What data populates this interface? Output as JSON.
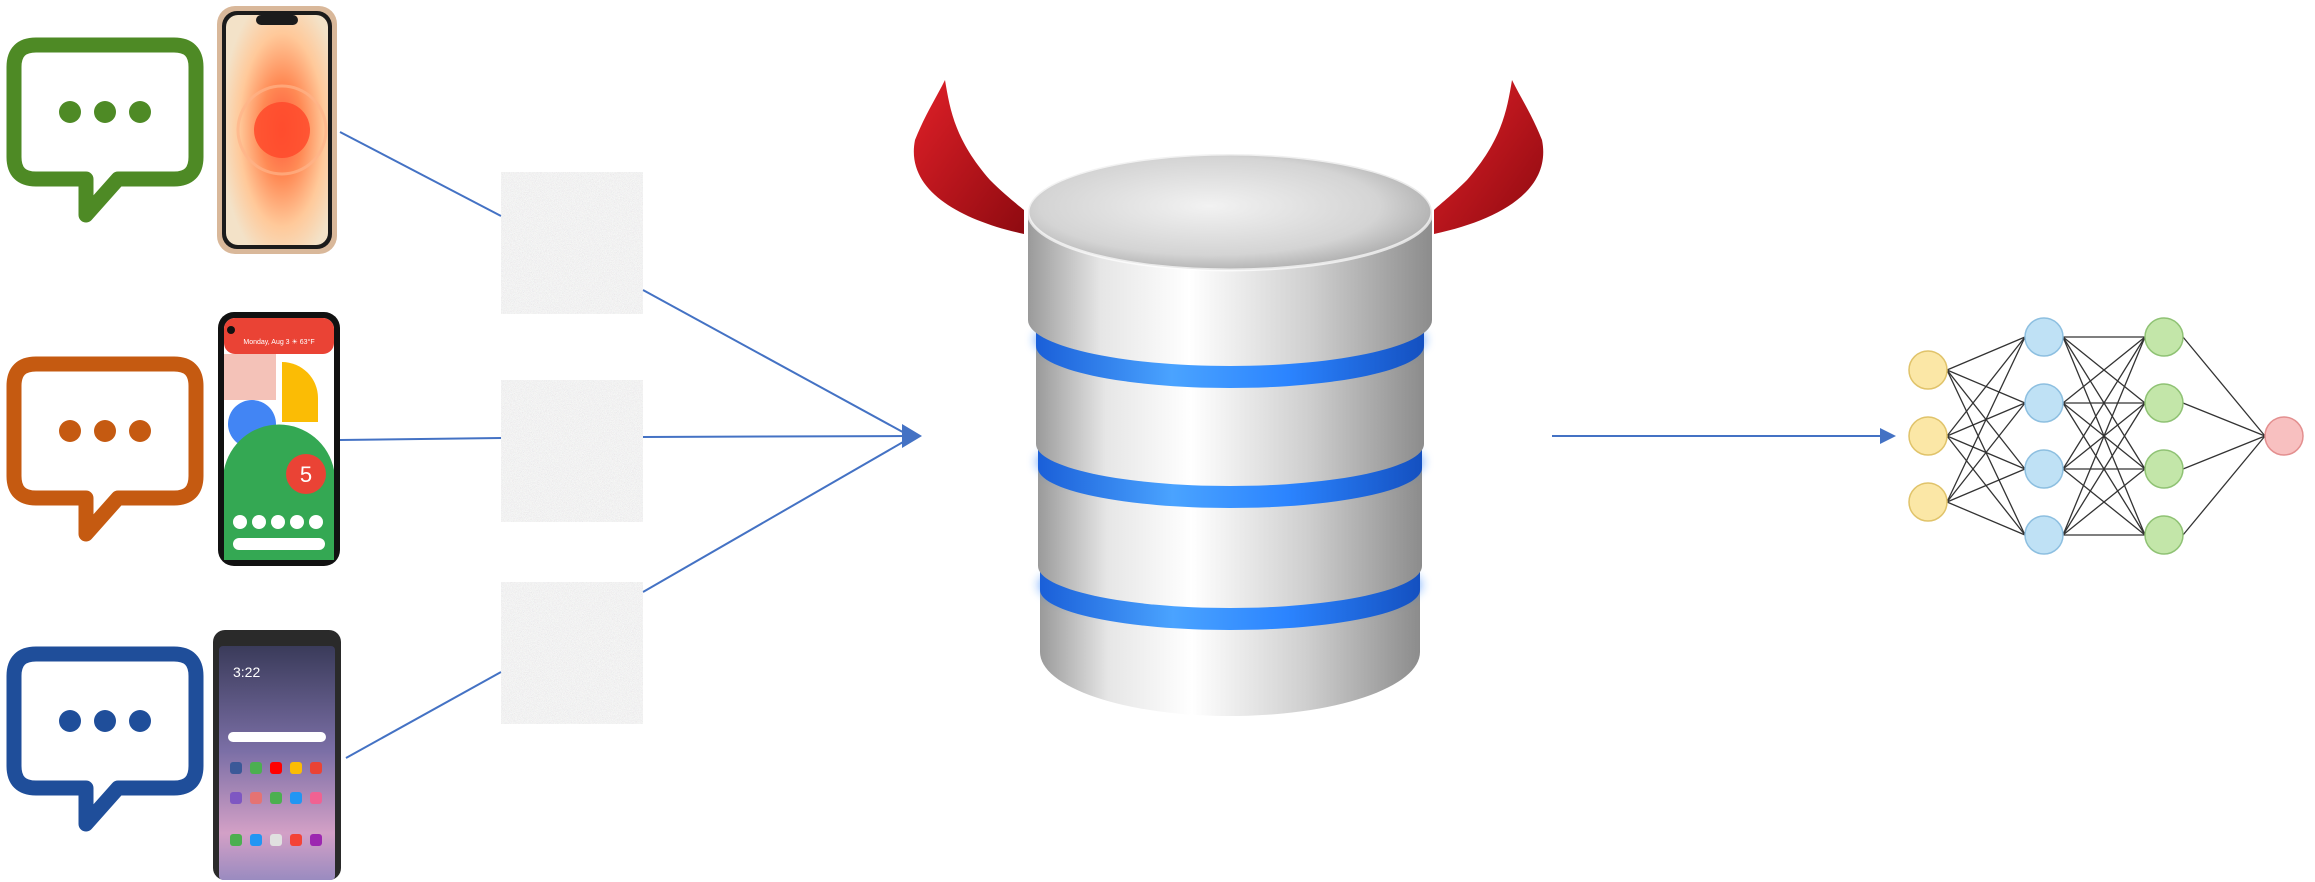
{
  "colors": {
    "background": "#ffffff",
    "connector": "#4472c4",
    "bubble_green": "#4e8a25",
    "bubble_orange": "#c55a11",
    "bubble_blue": "#1f4e9a",
    "noise_tile": "#bdbdbd",
    "database_silver": "#c8c8c8",
    "database_glow": "#1e78ff",
    "horn_red": "#c4141c",
    "nn_input": "#fbe7a6",
    "nn_hidden1": "#bfe1f5",
    "nn_hidden2": "#c3e6a9",
    "nn_output": "#f8c0c0"
  },
  "clients": [
    {
      "bubble_icon": "chat-bubble-icon",
      "bubble_color": "bubble_green",
      "phone": "iphone-orange"
    },
    {
      "bubble_icon": "chat-bubble-icon",
      "bubble_color": "bubble_orange",
      "phone": "pixel-5"
    },
    {
      "bubble_icon": "chat-bubble-icon",
      "bubble_color": "bubble_blue",
      "phone": "android-lg"
    }
  ],
  "phone_screens": {
    "pixel_date": "Monday, Aug 3 ☀ 63°F",
    "pixel_badge": "5",
    "lg_time": "3:22"
  },
  "icons": {
    "database": "malicious-database-icon",
    "horns": "devil-horns-icon",
    "model": "neural-network-icon"
  },
  "neural_network": {
    "layers": [
      3,
      4,
      4,
      1
    ]
  }
}
